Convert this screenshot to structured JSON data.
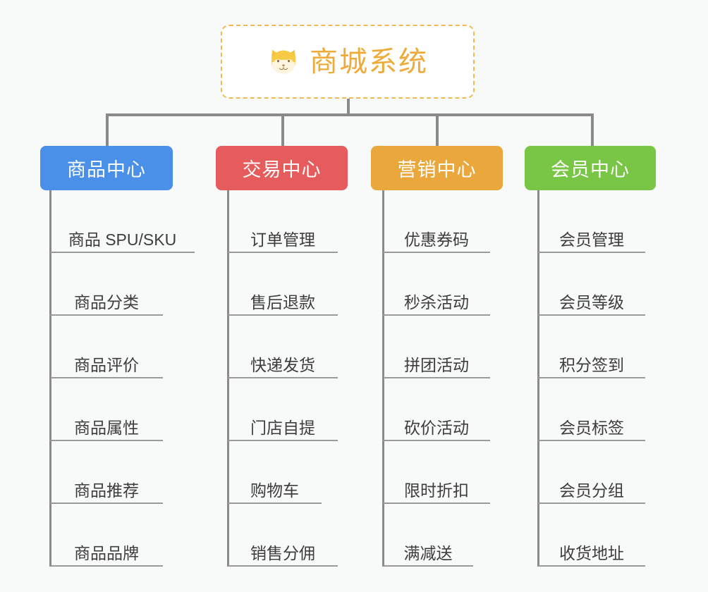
{
  "diagram": {
    "title": "商城系统",
    "background_color": "#f8f9f9",
    "connector_color": "#8a8a8a",
    "root": {
      "icon": "shiba-dog-face-icon",
      "label": "商城系统",
      "text_color": "#eeab3a",
      "border_color": "#f0b952",
      "background_color": "#ffffff"
    },
    "columns": [
      {
        "id": "product-center",
        "label": "商品中心",
        "color": "#4a90e8",
        "items": [
          "商品 SPU/SKU",
          "商品分类",
          "商品评价",
          "商品属性",
          "商品推荐",
          "商品品牌"
        ]
      },
      {
        "id": "trade-center",
        "label": "交易中心",
        "color": "#e65c5c",
        "items": [
          "订单管理",
          "售后退款",
          "快递发货",
          "门店自提",
          "购物车",
          "销售分佣"
        ]
      },
      {
        "id": "marketing-center",
        "label": "营销中心",
        "color": "#eaa83c",
        "items": [
          "优惠券码",
          "秒杀活动",
          "拼团活动",
          "砍价活动",
          "限时折扣",
          "满减送"
        ]
      },
      {
        "id": "member-center",
        "label": "会员中心",
        "color": "#79c council",
        "items": [
          "会员管理",
          "会员等级",
          "积分签到",
          "会员标签",
          "会员分组",
          "收货地址"
        ]
      }
    ]
  }
}
